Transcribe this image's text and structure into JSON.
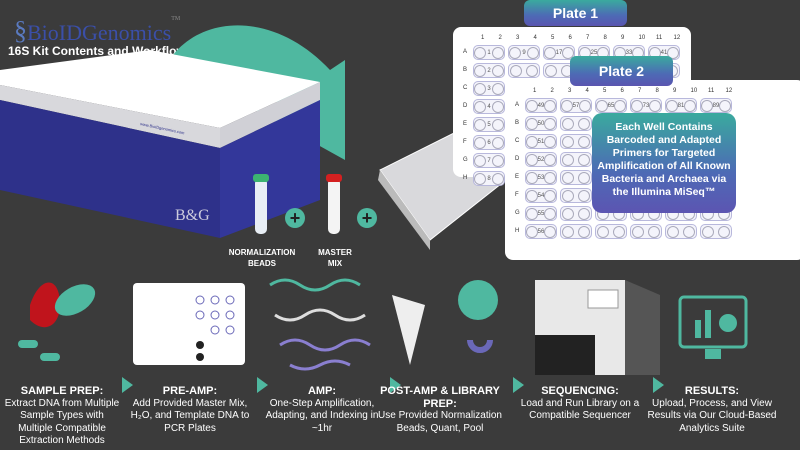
{
  "header": {
    "logo_text": "BioIDGenomics",
    "logo_tm": "TM",
    "subtitle": "16S Kit Contents and Workflow"
  },
  "kit": {
    "box_url": "www.BioIDgenomics.com",
    "box_monogram": "B&G"
  },
  "tubes": [
    {
      "label_1": "NORMALIZATION",
      "label_2": "BEADS",
      "cap_color": "#3cb371"
    },
    {
      "label_1": "MASTER",
      "label_2": "MIX",
      "cap_color": "#d42020"
    }
  ],
  "plates": [
    {
      "title": "Plate 1",
      "columns": [
        "1",
        "2",
        "3",
        "4",
        "5",
        "6",
        "7",
        "8",
        "9",
        "10",
        "11",
        "12"
      ],
      "rows": [
        "A",
        "B",
        "C",
        "D",
        "E",
        "F",
        "G",
        "H"
      ],
      "row_A_numbers": [
        "1",
        "9",
        "17",
        "25",
        "33",
        "41"
      ],
      "first_column_numbers": [
        "1",
        "2",
        "3",
        "4",
        "5",
        "6",
        "7",
        "8"
      ]
    },
    {
      "title": "Plate 2",
      "columns": [
        "1",
        "2",
        "3",
        "4",
        "5",
        "6",
        "7",
        "8",
        "9",
        "10",
        "11",
        "12"
      ],
      "rows": [
        "A",
        "B",
        "C",
        "D",
        "E",
        "F",
        "G",
        "H"
      ],
      "row_A_numbers": [
        "49",
        "57",
        "65",
        "73",
        "81",
        "89"
      ],
      "first_column_numbers": [
        "49",
        "50",
        "51",
        "52",
        "53",
        "54",
        "55",
        "56"
      ]
    }
  ],
  "info_box": "Each Well Contains Barcoded and Adapted Primers for Targeted Amplification of All Known Bacteria and Archaea via the Illumina MiSeq™",
  "steps": [
    {
      "title": "SAMPLE PREP:",
      "desc": "Extract DNA from Multiple Sample Types with Multiple Compatible Extraction Methods",
      "icon": "bacteria-icon"
    },
    {
      "title": "PRE-AMP:",
      "desc": "Add Provided Master Mix, H₂O, and Template DNA to PCR Plates",
      "icon": "plate-icon"
    },
    {
      "title": "AMP:",
      "desc": "One-Step Amplification, Adapting, and Indexing in ~1hr",
      "icon": "dna-icon"
    },
    {
      "title": "POST-AMP & LIBRARY PREP:",
      "desc": "Use Provided Normalization Beads, Quant, Pool",
      "icon": "tube-magnet-icon"
    },
    {
      "title": "SEQUENCING:",
      "desc": "Load and Run Library on a Compatible Sequencer",
      "icon": "sequencer-icon"
    },
    {
      "title": "RESULTS:",
      "desc": "Upload, Process, and View Results via Our Cloud-Based Analytics Suite",
      "icon": "cloud-analytics-icon"
    }
  ],
  "colors": {
    "accent": "#4fb8a0",
    "box_blue": "#2e318a",
    "background": "#3b3b3b"
  }
}
